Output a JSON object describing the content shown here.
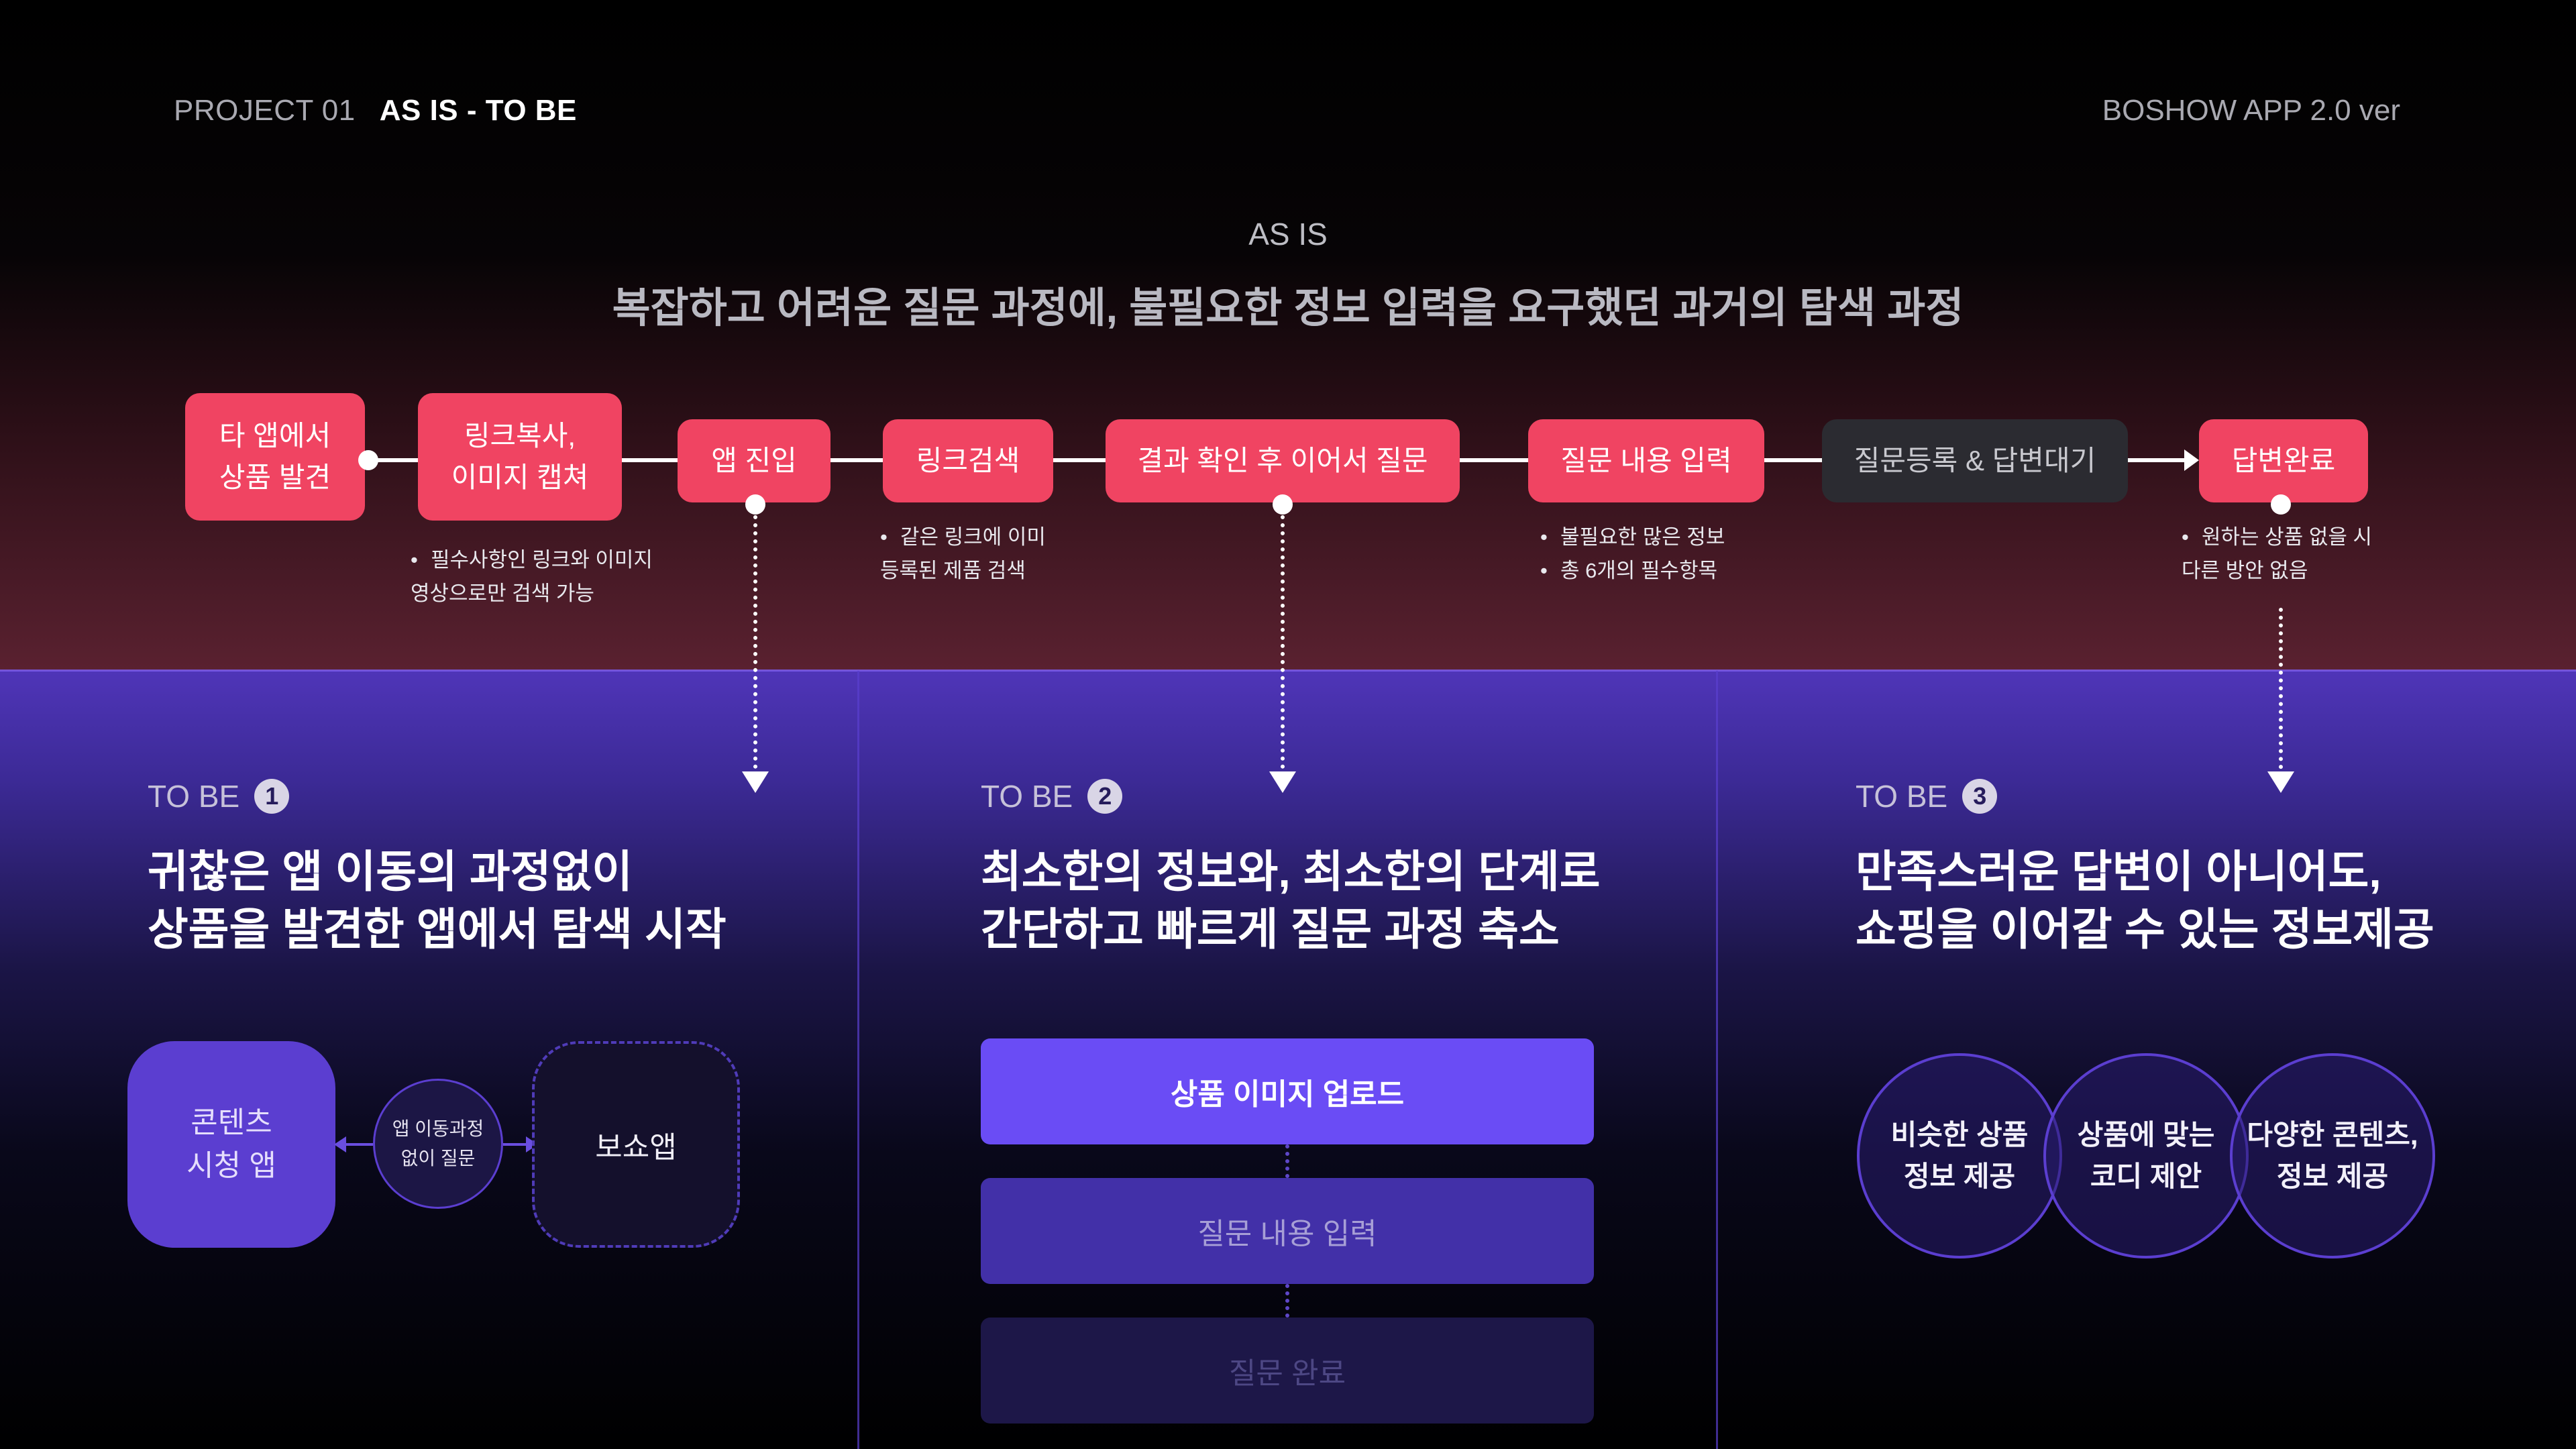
{
  "header": {
    "project": "PROJECT 01",
    "title": "AS IS - TO BE",
    "app_version": "BOSHOW APP 2.0 ver"
  },
  "asis": {
    "label": "AS IS",
    "title": "복잡하고 어려운 질문 과정에, 불필요한 정보 입력을 요구했던 과거의 탐색 과정",
    "steps": [
      {
        "label": "타 앱에서\n상품 발견"
      },
      {
        "label": "링크복사,\n이미지 캡쳐"
      },
      {
        "label": "앱 진입"
      },
      {
        "label": "링크검색"
      },
      {
        "label": "결과 확인 후 이어서 질문"
      },
      {
        "label": "질문 내용 입력"
      },
      {
        "label": "질문등록 & 답변대기"
      },
      {
        "label": "답변완료"
      }
    ],
    "notes": {
      "capture": [
        "필수사항인 링크와 이미지\n영상으로만 검색 가능"
      ],
      "search": [
        "같은 링크에 이미\n등록된 제품 검색"
      ],
      "input": [
        "불필요한 많은 정보",
        "총 6개의 필수항목"
      ],
      "done": [
        "원하는 상품 없을 시\n다른 방안 없음"
      ]
    },
    "colors": {
      "step_red": "#f04462",
      "step_grey": "#2b2b31"
    }
  },
  "tobe": [
    {
      "label": "TO BE",
      "number": "1",
      "title": "귀찮은 앱 이동의 과정없이\n상품을 발견한 앱에서 탐색 시작",
      "diagram": {
        "left_box": "콘텐츠\n시청 앱",
        "middle_circle": "앱 이동과정\n없이 질문",
        "right_box": "보쇼앱"
      }
    },
    {
      "label": "TO BE",
      "number": "2",
      "title": "최소한의 정보와, 최소한의 단계로\n간단하고 빠르게 질문 과정 축소",
      "steps": [
        "상품 이미지 업로드",
        "질문 내용 입력",
        "질문 완료"
      ]
    },
    {
      "label": "TO BE",
      "number": "3",
      "title": "만족스러운 답변이 아니어도,\n쇼핑을 이어갈 수 있는 정보제공",
      "circles": [
        "비슷한 상품\n정보 제공",
        "상품에 맞는\n코디 제안",
        "다양한 콘텐츠,\n정보 제공"
      ]
    }
  ],
  "colors": {
    "accent_purple": "#6a4cf5",
    "divider": "#7a5cf0"
  }
}
